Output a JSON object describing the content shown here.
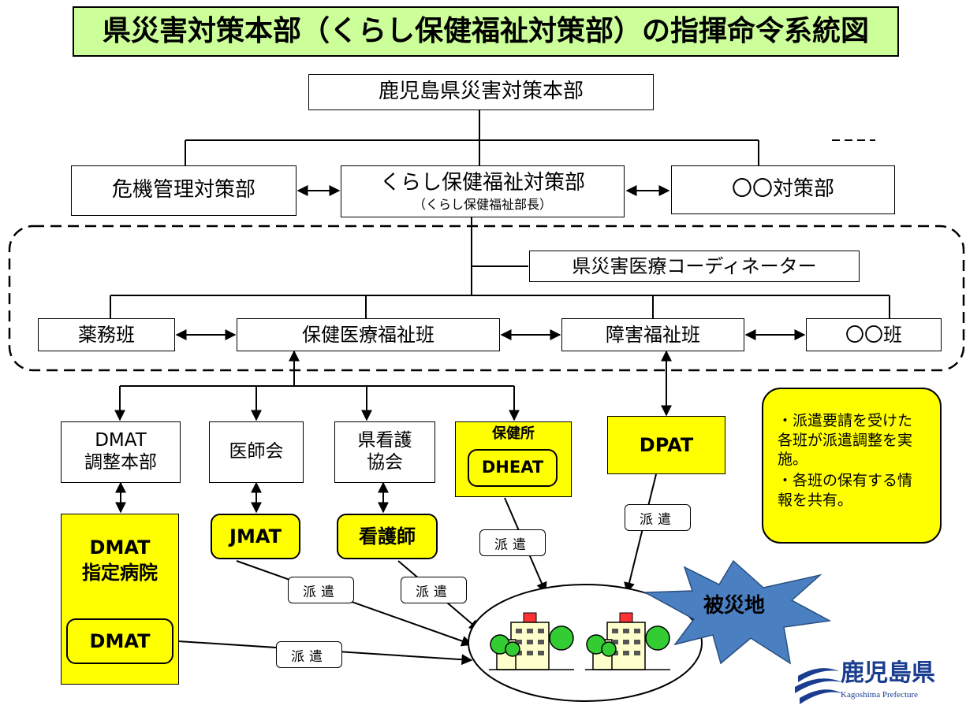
{
  "title": "県災害対策本部（くらし保健福祉対策部）の指揮命令系統図",
  "hq": "鹿児島県災害対策本部",
  "departments": {
    "crisis": "危機管理対策部",
    "kurashi": "くらし保健福祉対策部",
    "kurashi_sub": "（くらし保健福祉部長）",
    "other": "〇〇対策部"
  },
  "coordinator": "県災害医療コーディネーター",
  "teams": {
    "pharma": "薬務班",
    "health": "保健医療福祉班",
    "disability": "障害福祉班",
    "other": "〇〇班"
  },
  "orgs": {
    "dmat_hq_l1": "DMAT",
    "dmat_hq_l2": "調整本部",
    "medical_assoc": "医師会",
    "nursing_l1": "県看護",
    "nursing_l2": "協会",
    "health_center": "保健所",
    "dheat": "DHEAT",
    "dpat": "DPAT"
  },
  "dispatch": {
    "dmat_hosp_l1": "DMAT",
    "dmat_hosp_l2": "指定病院",
    "dmat": "DMAT",
    "jmat": "JMAT",
    "nurse": "看護師",
    "label": "派遣"
  },
  "note": {
    "line1": "・派遣要請を受けた各班が派遣調整を実施。",
    "line2": "・各班の保有する情報を共有。"
  },
  "disaster_area": "被災地",
  "logo": {
    "name": "鹿児島県",
    "sub": "Kagoshima Prefecture"
  },
  "colors": {
    "title_bg": "#ccff99",
    "highlight": "#ffff00",
    "starburst": "#4a7fc1",
    "logo": "#1a3d8f"
  }
}
